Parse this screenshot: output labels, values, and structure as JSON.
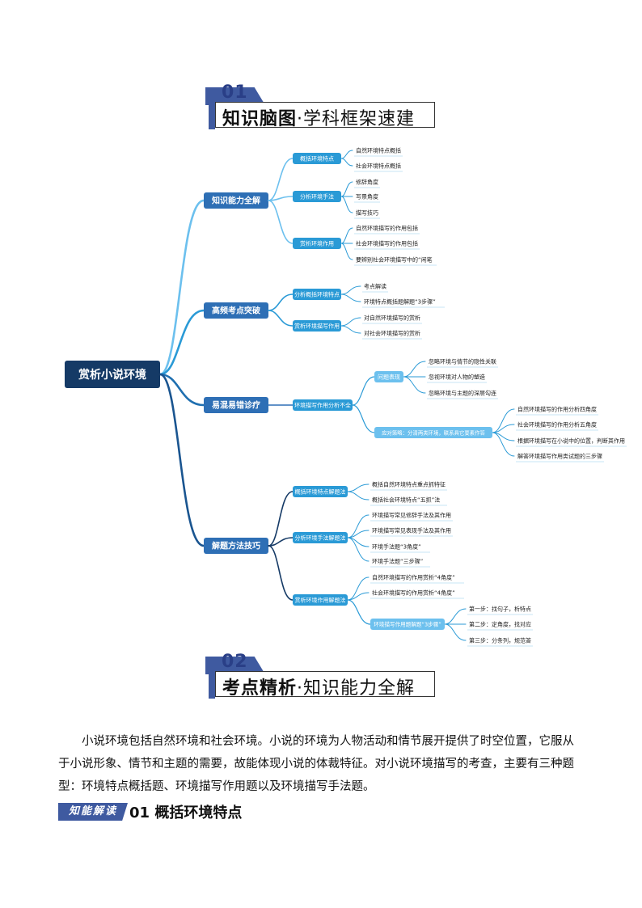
{
  "section1": {
    "number": "01",
    "title_main": "知识脑图",
    "title_sub": "·学科框架速建"
  },
  "mindmap": {
    "root": "赏析小说环境",
    "branches": [
      {
        "label": "知识能力全解",
        "children": [
          {
            "label": "概括环境特点",
            "items": [
              "自然环境特点概括",
              "社会环境特点概括"
            ]
          },
          {
            "label": "分析环境手法",
            "items": [
              "修辞角度",
              "写景角度",
              "描写技巧"
            ]
          },
          {
            "label": "赏析环境作用",
            "items": [
              "自然环境描写的作用包括",
              "社会环境描写的作用包括",
              "要辨别社会环境描写中的“闲笔"
            ]
          }
        ]
      },
      {
        "label": "高频考点突破",
        "children": [
          {
            "label": "分析概括环境特点",
            "items": [
              "考点解读",
              "环境特点概括题解题“3步骤”"
            ]
          },
          {
            "label": "赏析环境描写作用",
            "items": [
              "对自然环境描写的赏析",
              "对社会环境描写的赏析"
            ]
          }
        ]
      },
      {
        "label": "易混易错诊疗",
        "children": [
          {
            "label": "环境描写作用分析不全",
            "children": [
              {
                "label": "问题表现",
                "items": [
                  "忽略环境与情节的隐性关联",
                  "忽视环境对人物的塑造",
                  "忽略环境与主题的深层勾连"
                ]
              },
              {
                "label": "应对策略：分清两类环境，联系具它要素作答",
                "items": [
                  "自然环境描写的作用分析四角度",
                  "社会环境描写的作用分析五角度",
                  "根据环境描写在小说中的位置，判断其作用",
                  "解答环境描写作用类试题的三步骤"
                ]
              }
            ]
          }
        ]
      },
      {
        "label": "解题方法技巧",
        "children": [
          {
            "label": "概括环境特点解题法",
            "items": [
              "概括自然环境特点重点抓特征",
              "概括社会环境特点“五抓”法"
            ]
          },
          {
            "label": "分析环境手法解题法",
            "items": [
              "环境描写常见修辞手法及其作用",
              "环境描写常见表现手法及其作用",
              "环境手法题“3角度”",
              "环境手法题“三步骤”"
            ]
          },
          {
            "label": "赏析环境作用解题法",
            "items": [
              "自然环境描写的作用赏析“4角度”",
              "社会环境描写的作用赏析“4角度”"
            ],
            "children": [
              {
                "label": "环境描写作用题解题“3步骤”",
                "items": [
                  "第一步：找句子，析特点",
                  "第二步：定角度，找对应",
                  "第三步：分条列，规范答"
                ]
              }
            ]
          }
        ]
      }
    ]
  },
  "section2": {
    "number": "02",
    "title_main": "考点精析",
    "title_sub": "·知识能力全解"
  },
  "paragraph": "小说环境包括自然环境和社会环境。小说的环境为人物活动和情节展开提供了时空位置，它服从于小说形象、情节和主题的需要，故能体现小说的体裁特征。对小说环境描写的考查，主要有三种题型：环境特点概括题、环境描写作用题以及环境描写手法题。",
  "subheading": {
    "badge": "知能解读",
    "title": "01 概括环境特点"
  },
  "colors": {
    "root": "#153a66",
    "branch": "#2e6fb5",
    "child": "#2a9ad6",
    "child_light": "#6cc0ee",
    "accent": "#3f5aa0"
  }
}
